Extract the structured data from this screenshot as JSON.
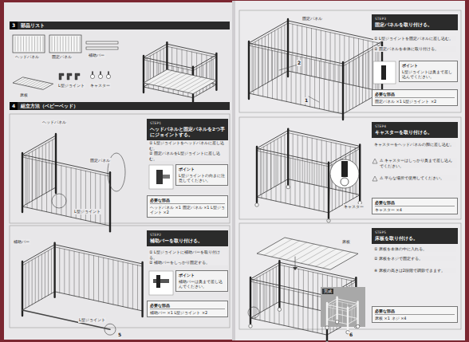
{
  "diagram": {
    "nodes": [
      {
        "text": [
          "3",
          "部品リスト"
        ]
      },
      {
        "text": [
          "4",
          "組立方法（ベビーベッド）"
        ]
      },
      {
        "text": [
          "STEP1",
          "ヘッドパネルと固定パネルを2つ手にジョイントする。"
        ]
      },
      {
        "text": [
          "ポイント",
          "L型ジョイントの向きに注意してください。"
        ]
      },
      {
        "text": [
          "必要な部品",
          "ヘッドパネル ×1 固定パネル ×1 L型ジョイント ×2"
        ]
      },
      {
        "text": [
          "STEP2",
          "補助バーを取り付ける。"
        ]
      },
      {
        "text": [
          "ポイント",
          "補助バーは奥まで差し込んでください。"
        ]
      },
      {
        "text": [
          "必要な部品",
          "補助バー ×1 L型ジョイント ×2"
        ]
      },
      {
        "text": [
          "STEP3",
          "固定パネルを取り付ける。"
        ]
      },
      {
        "text": [
          "ポイント",
          "L型ジョイントは奥まで差し込んでください。"
        ]
      },
      {
        "text": [
          "必要な部品",
          "固定パネル ×1 L型ジョイント ×2"
        ]
      },
      {
        "text": [
          "STEP4",
          "キャスターを取り付ける。"
        ]
      },
      {
        "text": [
          "必要な部品",
          "キャスター ×4"
        ]
      },
      {
        "text": [
          "STEP5",
          "床板を取り付ける。"
        ]
      },
      {
        "text": [
          "完成"
        ]
      },
      {
        "text": [
          "必要な部品",
          "床板 ×1 ネジ ×4"
        ]
      }
    ],
    "labels": [
      "ヘッドパネル",
      "固定パネル",
      "補助バー",
      "床板",
      "L型ジョイント",
      "キャスター",
      "ヘッドパネル",
      "固定パネル",
      "L型ジョイント",
      "① L型ジョイントをヘッドパネルに差し込む。",
      "② 固定パネルをL型ジョイントに差し込む。",
      "補助バー",
      "L型ジョイント",
      "① L型ジョイントに補助バーを取り付ける。",
      "② 補助バーをしっかり固定する。",
      "固定パネル",
      "2",
      "1",
      "① L型ジョイントを固定パネルに差し込む。",
      "② 固定パネルを本体に取り付ける。",
      "キャスター",
      "キャスターをヘッドパネルの脚に差し込む。",
      "⚠ キャスターはしっかり奥まで差し込んでください。",
      "⚠ 平らな場所で使用してください。",
      "床板",
      "① 床板を本体の中に入れる。",
      "② 床板をネジで固定する。",
      "※ 床板の高さは2段階で調節できます。",
      "5",
      "6"
    ]
  }
}
